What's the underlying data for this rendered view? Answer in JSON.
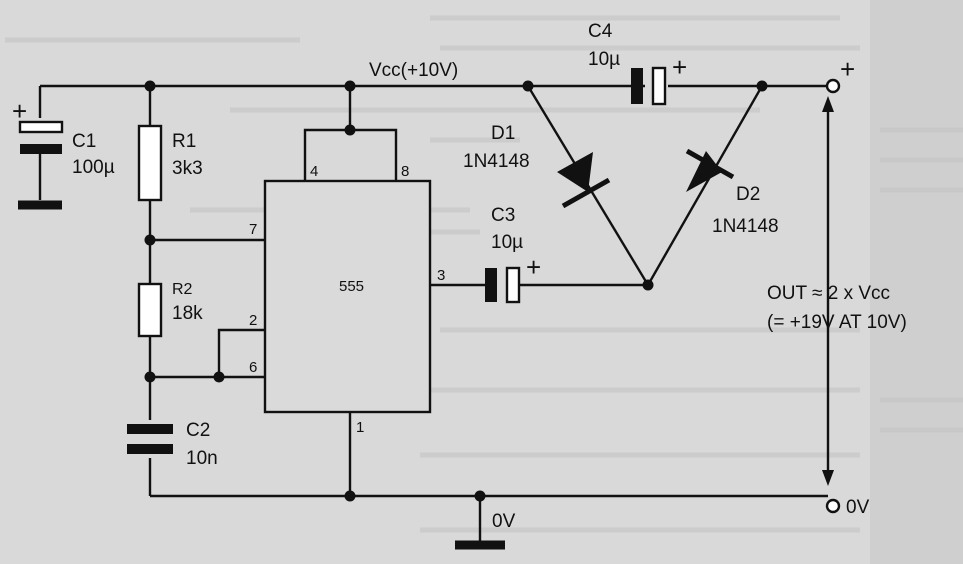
{
  "supply": {
    "vcc_label": "Vcc(+10V)",
    "ground_label": "0V"
  },
  "components": {
    "c1": {
      "name": "C1",
      "value": "100µ",
      "polarity": "+"
    },
    "r1": {
      "name": "R1",
      "value": "3k3"
    },
    "r2": {
      "name": "R2",
      "value": "18k"
    },
    "c2": {
      "name": "C2",
      "value": "10n"
    },
    "c3": {
      "name": "C3",
      "value": "10µ",
      "polarity": "+"
    },
    "c4": {
      "name": "C4",
      "value": "10µ",
      "polarity": "+"
    },
    "d1": {
      "name": "D1",
      "part": "1N4148"
    },
    "d2": {
      "name": "D2",
      "part": "1N4148"
    }
  },
  "ic": {
    "label": "555",
    "pins": {
      "p4": "4",
      "p8": "8",
      "p7": "7",
      "p3": "3",
      "p2": "2",
      "p6": "6",
      "p1": "1"
    }
  },
  "output": {
    "plus": "+",
    "line1": "OUT ≈ 2 x Vcc",
    "line2": "(= +19V AT 10V)",
    "ground": "0V"
  }
}
